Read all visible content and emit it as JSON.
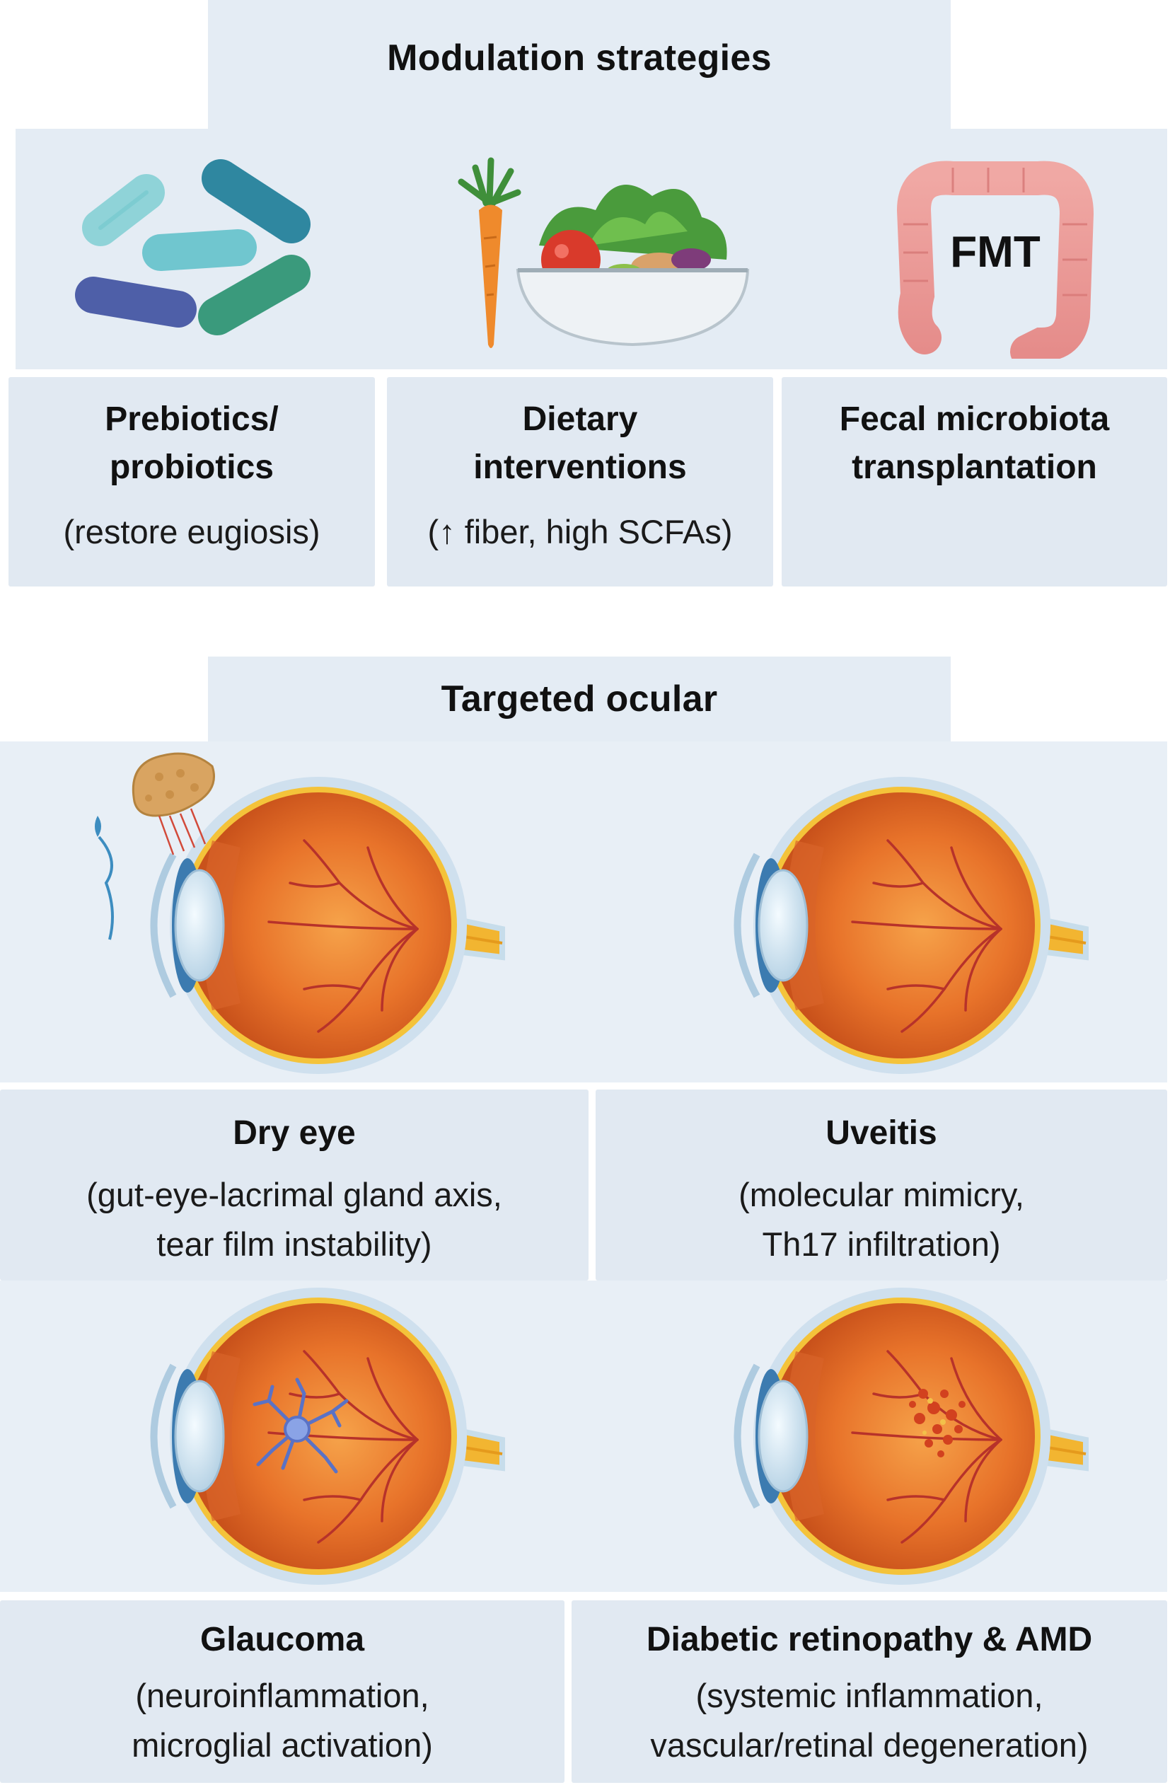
{
  "modulation": {
    "header": "Modulation strategies",
    "cards": [
      {
        "title_line1": "Prebiotics/",
        "title_line2": "probiotics",
        "sub": "(restore eugiosis)",
        "icon": "bacteria-icon"
      },
      {
        "title_line1": "Dietary",
        "title_line2": "interventions",
        "sub": "(↑ fiber, high SCFAs)",
        "icon": "vegetables-bowl-icon"
      },
      {
        "title_line1": "Fecal microbiota",
        "title_line2": "transplantation",
        "sub": "",
        "icon": "intestine-icon",
        "icon_text": "FMT"
      }
    ]
  },
  "ocular": {
    "header": "Targeted ocular",
    "diseases": [
      {
        "title": "Dry eye",
        "sub_line1": "(gut-eye-lacrimal gland axis,",
        "sub_line2": "tear film instability)",
        "icon": "eye-lacrimal-gland-icon"
      },
      {
        "title": "Uveitis",
        "sub_line1": "(molecular mimicry,",
        "sub_line2": "Th17 infiltration)",
        "icon": "eye-icon"
      },
      {
        "title": "Glaucoma",
        "sub_line1": "(neuroinflammation,",
        "sub_line2": "microglial activation)",
        "icon": "eye-microglia-icon"
      },
      {
        "title": "Diabetic retinopathy & AMD",
        "sub_line1": "(systemic inflammation,",
        "sub_line2": "vascular/retinal degeneration)",
        "icon": "eye-retinal-lesion-icon"
      }
    ]
  },
  "colors": {
    "panel": "#e4ecf4",
    "eye_orange": "#e8732a",
    "sclera": "#cfe0ee",
    "optic_nerve": "#f2b531",
    "vessels": "#b7322a"
  }
}
